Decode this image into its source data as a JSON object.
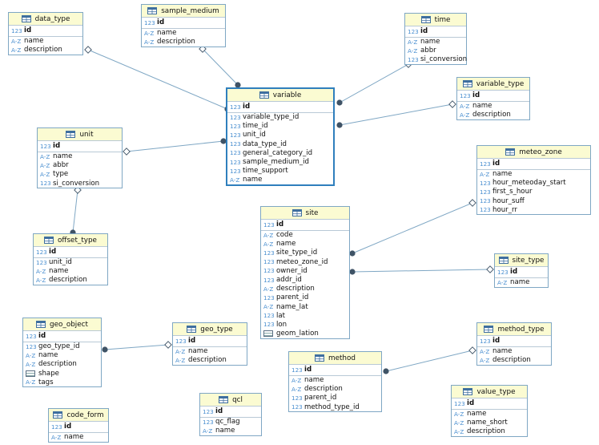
{
  "type_icons": {
    "int": "123",
    "text": "A-Z",
    "geometry": "geometry-icon"
  },
  "colors": {
    "header": "#fbfbd2",
    "border": "#7fa7c4",
    "edge": "#7fa7c4",
    "endpoint": "#3f5366",
    "accent": "#2f7fbd"
  },
  "entities": {
    "data_type": {
      "name": "data_type",
      "columns": [
        {
          "icon": "123",
          "name": "id"
        },
        {
          "icon": "A-Z",
          "name": "name"
        },
        {
          "icon": "A-Z",
          "name": "description"
        }
      ]
    },
    "sample_medium": {
      "name": "sample_medium",
      "columns": [
        {
          "icon": "123",
          "name": "id"
        },
        {
          "icon": "A-Z",
          "name": "name"
        },
        {
          "icon": "A-Z",
          "name": "description"
        }
      ]
    },
    "time": {
      "name": "time",
      "columns": [
        {
          "icon": "123",
          "name": "id"
        },
        {
          "icon": "A-Z",
          "name": "name"
        },
        {
          "icon": "A-Z",
          "name": "abbr"
        },
        {
          "icon": "123",
          "name": "si_conversion"
        }
      ]
    },
    "variable_type": {
      "name": "variable_type",
      "columns": [
        {
          "icon": "123",
          "name": "id"
        },
        {
          "icon": "A-Z",
          "name": "name"
        },
        {
          "icon": "A-Z",
          "name": "description"
        }
      ]
    },
    "variable": {
      "name": "variable",
      "columns": [
        {
          "icon": "123",
          "name": "id"
        },
        {
          "icon": "123",
          "name": "variable_type_id"
        },
        {
          "icon": "123",
          "name": "time_id"
        },
        {
          "icon": "123",
          "name": "unit_id"
        },
        {
          "icon": "123",
          "name": "data_type_id"
        },
        {
          "icon": "123",
          "name": "general_category_id"
        },
        {
          "icon": "123",
          "name": "sample_medium_id"
        },
        {
          "icon": "123",
          "name": "time_support"
        },
        {
          "icon": "A-Z",
          "name": "name"
        }
      ]
    },
    "unit": {
      "name": "unit",
      "columns": [
        {
          "icon": "123",
          "name": "id"
        },
        {
          "icon": "A-Z",
          "name": "name"
        },
        {
          "icon": "A-Z",
          "name": "abbr"
        },
        {
          "icon": "A-Z",
          "name": "type"
        },
        {
          "icon": "123",
          "name": "si_conversion"
        }
      ]
    },
    "meteo_zone": {
      "name": "meteo_zone",
      "columns": [
        {
          "icon": "123",
          "name": "id"
        },
        {
          "icon": "A-Z",
          "name": "name"
        },
        {
          "icon": "123",
          "name": "hour_meteoday_start"
        },
        {
          "icon": "123",
          "name": "first_s_hour"
        },
        {
          "icon": "123",
          "name": "hour_suff"
        },
        {
          "icon": "123",
          "name": "hour_rr"
        }
      ]
    },
    "offset_type": {
      "name": "offset_type",
      "columns": [
        {
          "icon": "123",
          "name": "id"
        },
        {
          "icon": "123",
          "name": "unit_id"
        },
        {
          "icon": "A-Z",
          "name": "name"
        },
        {
          "icon": "A-Z",
          "name": "description"
        }
      ]
    },
    "site": {
      "name": "site",
      "columns": [
        {
          "icon": "123",
          "name": "id"
        },
        {
          "icon": "A-Z",
          "name": "code"
        },
        {
          "icon": "A-Z",
          "name": "name"
        },
        {
          "icon": "123",
          "name": "site_type_id"
        },
        {
          "icon": "123",
          "name": "meteo_zone_id"
        },
        {
          "icon": "123",
          "name": "owner_id"
        },
        {
          "icon": "123",
          "name": "addr_id"
        },
        {
          "icon": "A-Z",
          "name": "description"
        },
        {
          "icon": "123",
          "name": "parent_id"
        },
        {
          "icon": "A-Z",
          "name": "name_lat"
        },
        {
          "icon": "123",
          "name": "lat"
        },
        {
          "icon": "123",
          "name": "lon"
        },
        {
          "icon": "geometry-icon",
          "name": "geom_lation"
        }
      ]
    },
    "site_type": {
      "name": "site_type",
      "columns": [
        {
          "icon": "123",
          "name": "id"
        },
        {
          "icon": "A-Z",
          "name": "name"
        }
      ]
    },
    "geo_object": {
      "name": "geo_object",
      "columns": [
        {
          "icon": "123",
          "name": "id"
        },
        {
          "icon": "123",
          "name": "geo_type_id"
        },
        {
          "icon": "A-Z",
          "name": "name"
        },
        {
          "icon": "A-Z",
          "name": "description"
        },
        {
          "icon": "geometry-icon",
          "name": "shape"
        },
        {
          "icon": "A-Z",
          "name": "tags"
        }
      ]
    },
    "geo_type": {
      "name": "geo_type",
      "columns": [
        {
          "icon": "123",
          "name": "id"
        },
        {
          "icon": "A-Z",
          "name": "name"
        },
        {
          "icon": "A-Z",
          "name": "description"
        }
      ]
    },
    "method_type": {
      "name": "method_type",
      "columns": [
        {
          "icon": "123",
          "name": "id"
        },
        {
          "icon": "A-Z",
          "name": "name"
        },
        {
          "icon": "A-Z",
          "name": "description"
        }
      ]
    },
    "method": {
      "name": "method",
      "columns": [
        {
          "icon": "123",
          "name": "id"
        },
        {
          "icon": "A-Z",
          "name": "name"
        },
        {
          "icon": "A-Z",
          "name": "description"
        },
        {
          "icon": "123",
          "name": "parent_id"
        },
        {
          "icon": "123",
          "name": "method_type_id"
        }
      ]
    },
    "code_form": {
      "name": "code_form",
      "columns": [
        {
          "icon": "123",
          "name": "id"
        },
        {
          "icon": "A-Z",
          "name": "name"
        }
      ]
    },
    "qcl": {
      "name": "qcl",
      "columns": [
        {
          "icon": "123",
          "name": "id"
        },
        {
          "icon": "123",
          "name": "qc_flag"
        },
        {
          "icon": "A-Z",
          "name": "name"
        }
      ]
    },
    "value_type": {
      "name": "value_type",
      "columns": [
        {
          "icon": "123",
          "name": "id"
        },
        {
          "icon": "A-Z",
          "name": "name"
        },
        {
          "icon": "A-Z",
          "name": "name_short"
        },
        {
          "icon": "A-Z",
          "name": "description"
        }
      ]
    }
  }
}
